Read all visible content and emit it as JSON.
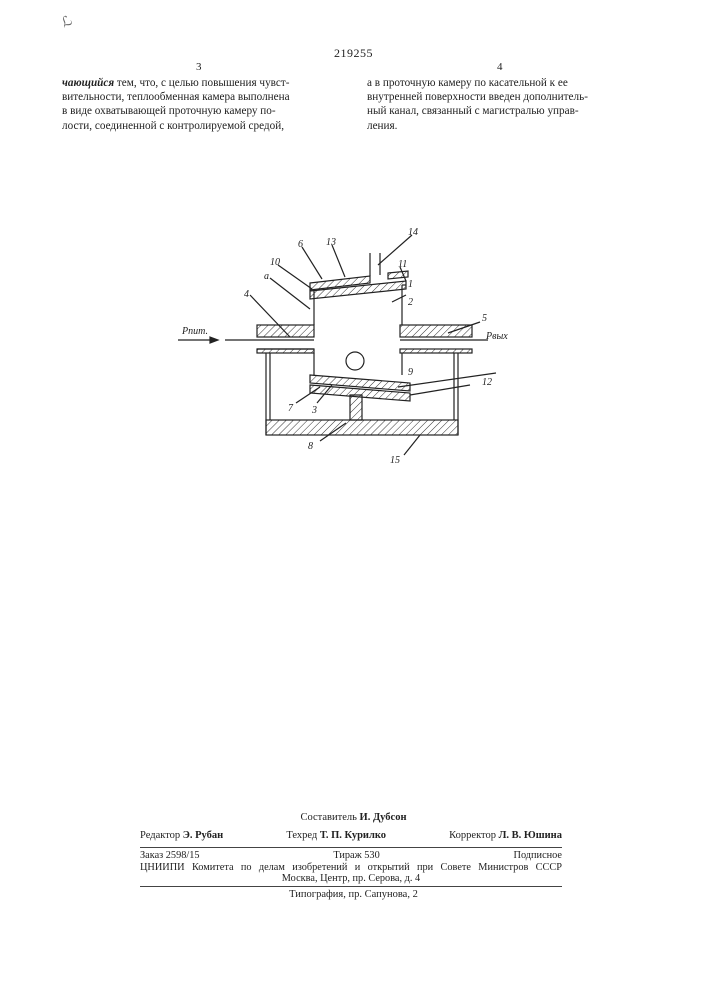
{
  "header": {
    "patent_number": "219255",
    "left_column_number": "3",
    "right_column_number": "4"
  },
  "left_column": {
    "lead_word": "чающийся",
    "first_line_rest": " тем, что, с целью повышения чувст-",
    "lines": [
      "вительности, теплообменная камера выполнена",
      "в виде охватывающей проточную камеру по-",
      "лости, соединенной с контролируемой средой,"
    ]
  },
  "right_column": {
    "lines": [
      "а в проточную камеру по касательной к ее",
      "внутренней поверхности введен дополнитель-",
      "ный канал, связанный с магистралью управ-",
      "ления."
    ]
  },
  "figure": {
    "labels": {
      "n14": "14",
      "n6": "6",
      "n13": "13",
      "n10": "10",
      "n11": "11",
      "na": "a",
      "n1": "1",
      "n4": "4",
      "n2": "2",
      "n5": "5",
      "p_in": "Pпит.",
      "p_out": "Pвых",
      "n9": "9",
      "n12": "12",
      "n7": "7",
      "n3": "3",
      "n8": "8",
      "n15": "15"
    }
  },
  "footer": {
    "compiler_label": "Составитель",
    "compiler_name": "И. Дубсон",
    "editor_label": "Редактор",
    "editor_name": "Э. Рубан",
    "techred_label": "Техред",
    "techred_name": "Т. П. Курилко",
    "corrector_label": "Корректор",
    "corrector_name": "Л. В. Юшина",
    "order": "Заказ 2598/15",
    "circulation": "Тираж 530",
    "subscription": "Подписное",
    "org_line": "ЦНИИПИ Комитета по делам изобретений и открытий при Совете Министров СССР",
    "address": "Москва, Центр, пр. Серова, д. 4",
    "typography": "Типография, пр. Сапунова, 2"
  }
}
